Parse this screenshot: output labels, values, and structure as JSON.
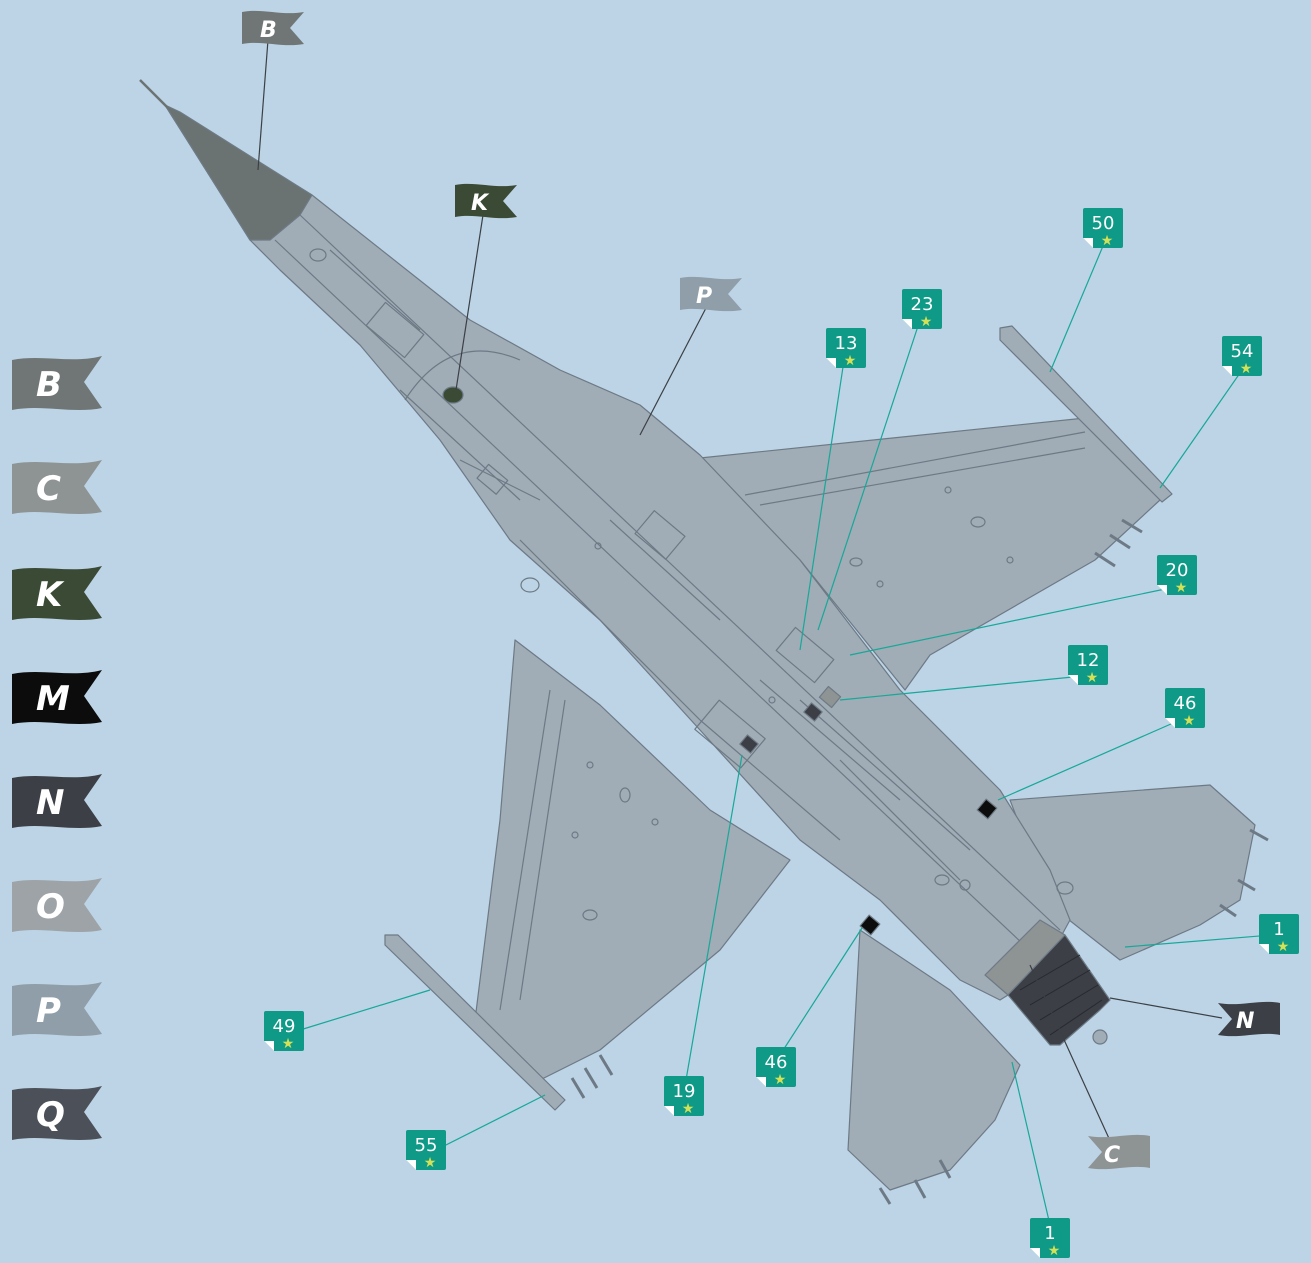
{
  "legend": [
    {
      "letter": "B",
      "color": "#6f7675"
    },
    {
      "letter": "C",
      "color": "#8e9394"
    },
    {
      "letter": "K",
      "color": "#3a4a35"
    },
    {
      "letter": "M",
      "color": "#0c0c0c"
    },
    {
      "letter": "N",
      "color": "#3c3f46"
    },
    {
      "letter": "O",
      "color": "#9da3a7"
    },
    {
      "letter": "P",
      "color": "#8f9ea8"
    },
    {
      "letter": "Q",
      "color": "#4c5159"
    }
  ],
  "paint_callouts": [
    {
      "letter": "B",
      "color": "#6f7675"
    },
    {
      "letter": "K",
      "color": "#3a4a35"
    },
    {
      "letter": "P",
      "color": "#8f9ea8"
    },
    {
      "letter": "N",
      "color": "#3c3f46"
    },
    {
      "letter": "C",
      "color": "#8e9394"
    }
  ],
  "decal_callouts": [
    {
      "number": "50"
    },
    {
      "number": "54"
    },
    {
      "number": "23"
    },
    {
      "number": "13"
    },
    {
      "number": "20"
    },
    {
      "number": "12"
    },
    {
      "number": "46"
    },
    {
      "number": "1"
    },
    {
      "number": "49"
    },
    {
      "number": "55"
    },
    {
      "number": "19"
    },
    {
      "number": "46"
    },
    {
      "number": "1"
    }
  ],
  "colors": {
    "background": "#bcd4e6",
    "airframe": "#a0acb6",
    "panel_line": "#6d7a85",
    "radome": "#6b7372",
    "decal_badge": "#0e9a86",
    "decal_star": "#d4e157",
    "leader_line": "#17a898"
  }
}
